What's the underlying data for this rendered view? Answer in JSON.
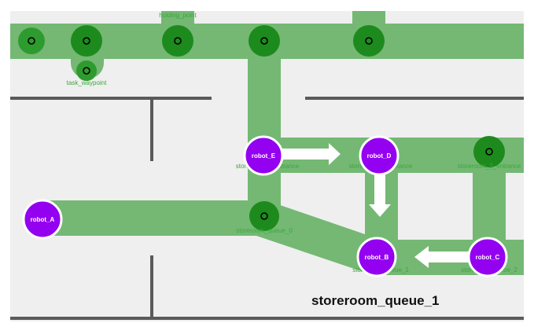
{
  "colors": {
    "floor": "#efefef",
    "lane": "#74b874",
    "waypoint_dark": "#1d8a1d",
    "waypoint_mid": "#2e9b2e",
    "wall": "#5a5a5a",
    "robot": "#9400f0",
    "arrow": "#ffffff"
  },
  "waypoints": {
    "holding_point": "holding_point",
    "task_waypoint": "task_waypoint",
    "storeroom_queue_0": "storeroom_queue_0",
    "storeroom_queue_1": "storeroom_queue_1",
    "storeroom_queue_2": "storeroom_queue_2",
    "storeroom_0_entrance": "storeroom_0_entrance",
    "storeroom_1_entrance": "storeroom_1_entrance",
    "storeroom_2_entrance": "storeroom_2_entrance"
  },
  "robots": {
    "robot_A": "robot_A",
    "robot_B": "robot_B",
    "robot_C": "robot_C",
    "robot_D": "robot_D",
    "robot_E": "robot_E"
  },
  "focused_waypoint": "storeroom_queue_1"
}
